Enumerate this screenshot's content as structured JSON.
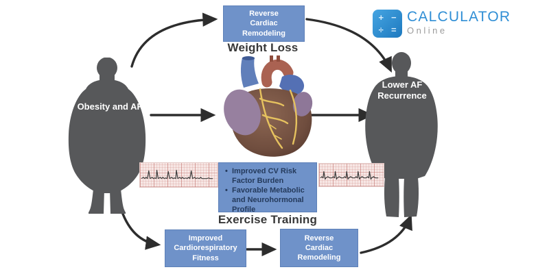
{
  "logo": {
    "brand": "CALCULATOR",
    "subtitle": "Online",
    "symbols": {
      "plus": "+",
      "minus": "−",
      "divide": "÷",
      "equals": "="
    }
  },
  "figures": {
    "left_label": "Obesity and AF",
    "right_label": "Lower AF\nRecurrence"
  },
  "weight_loss_pathway": {
    "box": "Reverse\nCardiac\nRemodeling",
    "label": "Weight Loss"
  },
  "exercise_pathway": {
    "bullets": [
      "Improved CV Risk Factor Burden",
      "Favorable Metabolic and Neurohormonal Profile"
    ],
    "label": "Exercise Training",
    "fitness_box": "Improved\nCardiorespiratory\nFitness",
    "remodeling_box": "Reverse\nCardiac\nRemodeling"
  },
  "colors": {
    "box_blue": "#6f92c9",
    "silhouette_gray": "#57585a",
    "arrow_dark": "#2d2d2d",
    "label_dark": "#383838",
    "bullet_navy": "#243a5c",
    "brand_blue": "#2f8ed5",
    "subtitle_gray": "#9b9b9b",
    "ecg_paper": "#f7e7e5"
  },
  "icons": {
    "logo_icon": "calculator-icon",
    "heart": "anatomical-heart-illustration",
    "ecg_left": "afib-ecg-strip",
    "ecg_right": "sinus-ecg-strip"
  }
}
